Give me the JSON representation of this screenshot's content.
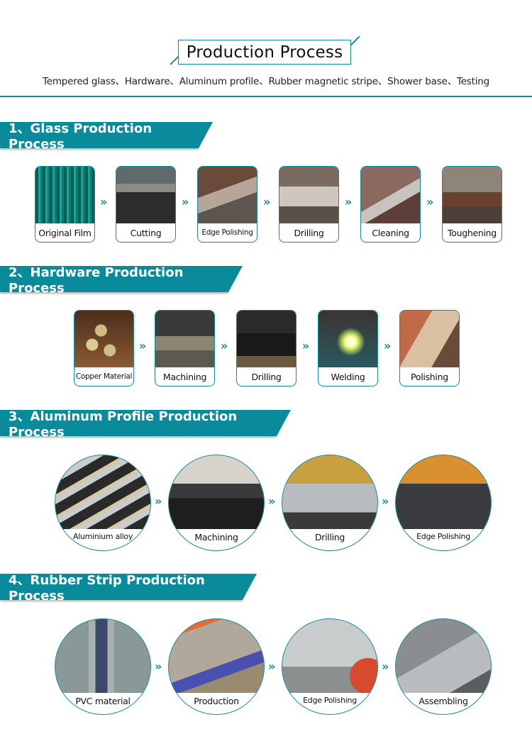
{
  "header": {
    "title": "Production Process",
    "subtitle": "Tempered glass、Hardware、Aluminum profile、Rubber magnetic stripe、Shower base、Testing",
    "accent_color": "#168c95"
  },
  "sections": [
    {
      "title": "1、Glass Production Process",
      "steps": [
        "Original Film",
        "Cutting",
        "Edge Polishing",
        "Drilling",
        "Cleaning",
        "Toughening"
      ]
    },
    {
      "title": "2、Hardware Production Process",
      "steps": [
        "Copper Material",
        "Machining",
        "Drilling",
        "Welding",
        "Polishing"
      ]
    },
    {
      "title": "3、Aluminum Profile Production Process",
      "steps": [
        "Aluminium alloy",
        "Machining",
        "Drilling",
        "Edge Polishing"
      ]
    },
    {
      "title": "4、Rubber Strip Production Process",
      "steps": [
        "PVC material",
        "Production",
        "Edge Polishing",
        "Assembling"
      ]
    }
  ],
  "arrow_glyph": "»",
  "banner_color": "#0a8b9b"
}
